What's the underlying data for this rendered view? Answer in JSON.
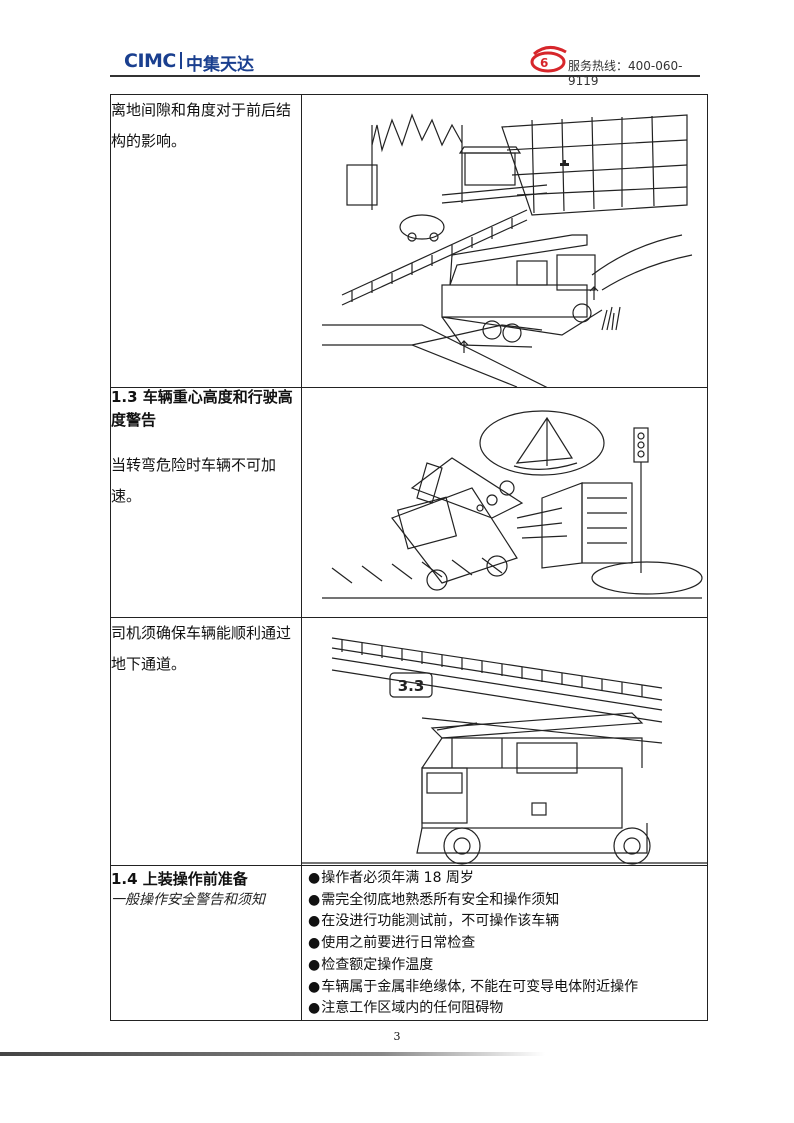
{
  "header": {
    "logo_text": "CIMC",
    "logo_cn": "中集天达",
    "hotline": "服务热线：400-060-9119",
    "accent": "#1a3f8f",
    "icon_color": "#d7262b"
  },
  "rows": [
    {
      "text": "离地间隙和角度对于前后结构的影响。"
    },
    {
      "title": "1.3 车辆重心高度和行驶高度警告",
      "text": "当转弯危险时车辆不可加速。"
    },
    {
      "text": "司机须确保车辆能顺利通过地下通道。",
      "sign": "3.3"
    },
    {
      "title": "1.4 上装操作前准备",
      "subtitle": "一般操作安全警告和须知",
      "bullets": [
        "操作者必须年满 18 周岁",
        "需完全彻底地熟悉所有安全和操作须知",
        "在没进行功能测试前，不可操作该车辆",
        "使用之前要进行日常检查",
        "检查额定操作温度",
        "车辆属于金属非绝缘体, 不能在可变导电体附近操作",
        "注意工作区域内的任何阻碍物"
      ]
    }
  ],
  "page_number": "3"
}
